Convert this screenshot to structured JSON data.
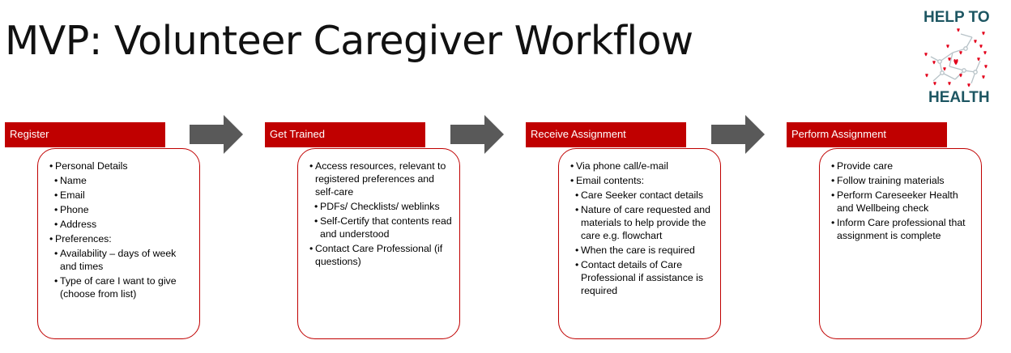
{
  "title": "MVP: Volunteer Caregiver Workflow",
  "logo": {
    "line1": "HELP TO",
    "line2": "HEALTH",
    "heart_color": "#e3001b",
    "text_color": "#1d5662"
  },
  "colors": {
    "header": "#c00000",
    "arrow": "#595959"
  },
  "steps": [
    {
      "header": "Register",
      "items": [
        {
          "level": 1,
          "text": "Personal Details"
        },
        {
          "level": 2,
          "text": "Name"
        },
        {
          "level": 2,
          "text": "Email"
        },
        {
          "level": 2,
          "text": "Phone"
        },
        {
          "level": 2,
          "text": "Address"
        },
        {
          "level": 1,
          "text": "Preferences:"
        },
        {
          "level": 2,
          "text": "Availability – days of week and times"
        },
        {
          "level": 2,
          "text": "Type of care I want to give (choose from list)"
        }
      ]
    },
    {
      "header": "Get Trained",
      "items": [
        {
          "level": 1,
          "text": "Access resources, relevant to registered preferences and self-care"
        },
        {
          "level": 2,
          "text": "PDFs/ Checklists/ weblinks"
        },
        {
          "level": 2,
          "text": "Self-Certify that contents read and understood"
        },
        {
          "level": 1,
          "text": "Contact Care Professional (if questions)"
        }
      ]
    },
    {
      "header": "Receive Assignment",
      "items": [
        {
          "level": 1,
          "text": "Via phone call/e-mail"
        },
        {
          "level": 1,
          "text": "Email contents:"
        },
        {
          "level": 2,
          "text": "Care Seeker contact details"
        },
        {
          "level": 2,
          "text": "Nature of care requested and materials to help provide the care e.g. flowchart"
        },
        {
          "level": 2,
          "text": "When the care is required"
        },
        {
          "level": 2,
          "text": "Contact details of Care Professional if assistance is required"
        }
      ]
    },
    {
      "header": "Perform Assignment",
      "items": [
        {
          "level": 1,
          "text": "Provide care"
        },
        {
          "level": 1,
          "text": "Follow training materials"
        },
        {
          "level": 1,
          "text": "Perform Careseeker Health and Wellbeing check"
        },
        {
          "level": 1,
          "text": "Inform Care professional that assignment is complete"
        }
      ]
    }
  ]
}
